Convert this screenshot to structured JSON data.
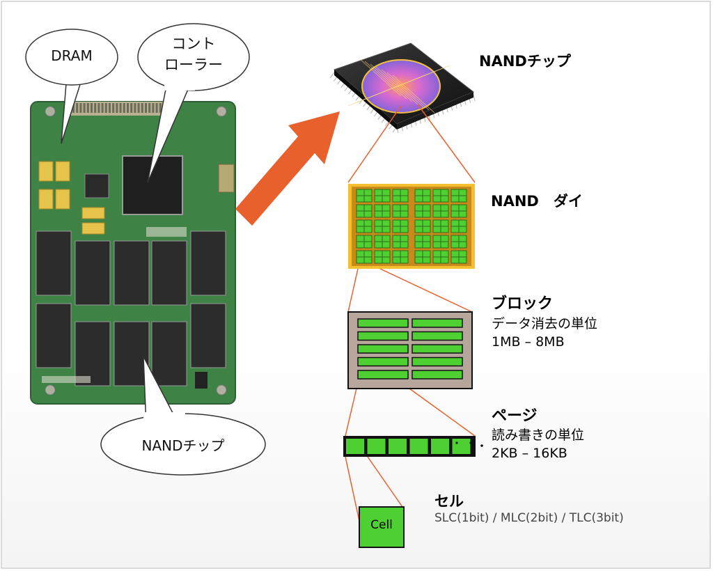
{
  "callouts": {
    "dram": "DRAM",
    "controller_line1": "コント",
    "controller_line2": "ローラー",
    "nand_chip": "NANDチップ"
  },
  "levels": {
    "chip": {
      "title": "NANDチップ"
    },
    "die": {
      "title": "NAND　ダイ"
    },
    "block": {
      "title": "ブロック",
      "desc": "データ消去の単位",
      "size": "1MB – 8MB"
    },
    "page": {
      "title": "ページ",
      "desc": "読み書きの単位",
      "size": "2KB – 16KB"
    },
    "cell": {
      "title": "セル",
      "label": "Cell",
      "types": "SLC(1bit) / MLC(2bit)  / TLC(3bit)"
    }
  },
  "colors": {
    "arrow": "#e8602c",
    "cell_green": "#4fd032",
    "block_bg": "#b7a69b",
    "die_border": "#f0b828",
    "connector": "#e8602c",
    "pcb": "#3e7f44"
  }
}
